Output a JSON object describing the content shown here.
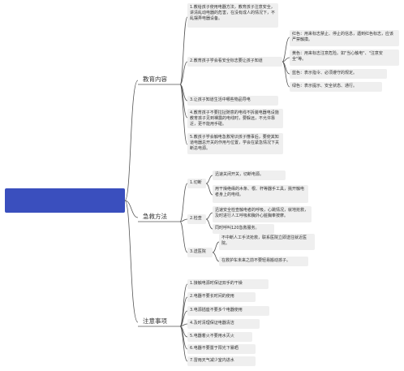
{
  "root": {
    "label": ""
  },
  "branches": [
    {
      "id": "education",
      "label": "教育内容",
      "items": [
        {
          "text": "1.教给孩子使用电器方法，教育孩子注意安全，讲清乱动电器的危害，在没有成人的情况下，不乱摆弄电器设备。"
        },
        {
          "text": "2.教育孩子学会看安全标志要让孩子知道",
          "children": [
            "红色：用来标志禁止、停止的信息，遇到红色标志，应该严禁触摸。",
            "黄色：用来标志注意危险。如\"当心触电\"、\"注意安全\"等。",
            "蓝色：表示指令、必须遵守的规定。",
            "绿色：表示提示、安全状态、通行。"
          ]
        },
        {
          "text": "3.让孩子知道生活中哪些物品导电"
        },
        {
          "text": "4.教育孩子不要拉扯随意的电线不拆装电器电设施教育孩子见到裸露的电线时，要躲远，不允许靠近，更不能用手碰。"
        },
        {
          "text": "5.教孩子学会触电急救常识孩子懂事后，要使其知道电器总开关的作用与位置，学会在紧急情况下关断总电源。"
        }
      ]
    },
    {
      "id": "rescue",
      "label": "急救方法",
      "items": [
        {
          "text": "1.切断",
          "children": [
            "迅速关闭开关，切断电源。",
            "用干燥绝缘的木条、根、杆等器手工具，挑开触电者身上的电线。"
          ]
        },
        {
          "text": "2.检查",
          "children": [
            "迅速安全检查触电者的呼吸，心跳情况，就地抢救，及时进行人工呼吸和胸外心脏胸奉按摩。",
            "同时呼叫120急救服务。"
          ]
        },
        {
          "text": "3.送医院",
          "children": [
            "不中断人工手法抢救，联系医院立即送往就近医院。",
            "在救护车未来之前不要轻易搬动孩子。"
          ]
        }
      ]
    },
    {
      "id": "notes",
      "label": "注意事项",
      "items": [
        {
          "text": "1.接触电源时保证双手的干燥"
        },
        {
          "text": "2.电器不要长时间的使用"
        },
        {
          "text": "3.电源插座不要多个电器使用"
        },
        {
          "text": "4.及时清理保证电器清洁"
        },
        {
          "text": "5.电器着火不要用水灭火"
        },
        {
          "text": "6.电器不要置于阳光下暴晒"
        },
        {
          "text": "7.雷雨天气减少室内进水"
        }
      ]
    }
  ],
  "colors": {
    "root": "#3a4fbe",
    "box": "#efefef",
    "line": "#555555",
    "text": "#333333"
  }
}
